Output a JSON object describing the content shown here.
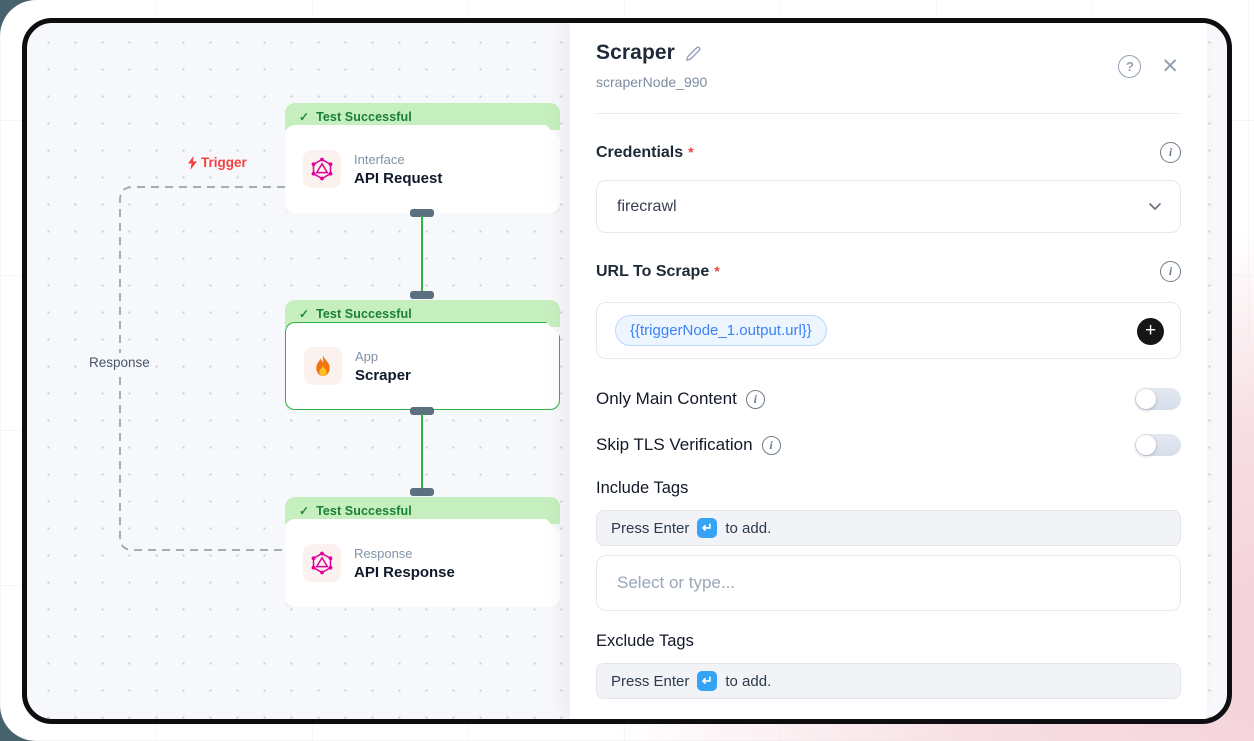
{
  "canvas": {
    "trigger_label": "Trigger",
    "response_label": "Response",
    "nodes": [
      {
        "status": "Test Successful",
        "category": "Interface",
        "title": "API Request"
      },
      {
        "status": "Test Successful",
        "category": "App",
        "title": "Scraper"
      },
      {
        "status": "Test Successful",
        "category": "Response",
        "title": "API Response"
      }
    ]
  },
  "panel": {
    "title": "Scraper",
    "subtitle": "scraperNode_990",
    "required_mark": "*",
    "credentials_label": "Credentials",
    "credentials_value": "firecrawl",
    "url_label": "URL To Scrape",
    "url_value": "{{triggerNode_1.output.url}}",
    "only_main_label": "Only Main Content",
    "skip_tls_label": "Skip TLS Verification",
    "include_tags_label": "Include Tags",
    "exclude_tags_label": "Exclude Tags",
    "hint_prefix": "Press Enter",
    "hint_suffix": "to add.",
    "tags_placeholder": "Select or type...",
    "toggles": {
      "only_main_content": "off",
      "skip_tls_verification": "off"
    }
  },
  "icons": {
    "check": "✓",
    "enter_key": "↵",
    "plus": "+",
    "close": "✕",
    "help": "?",
    "info": "i"
  },
  "colors": {
    "accent_green": "#2fb344",
    "banner_green": "#c6efbf",
    "trigger_red": "#f4403f",
    "expression_blue": "#3b82f6",
    "enter_key_blue": "#36a3f7",
    "handle_slate": "#5d7080",
    "frame_black": "#0e0e10",
    "canvas_bg": "#f7f8fb"
  }
}
